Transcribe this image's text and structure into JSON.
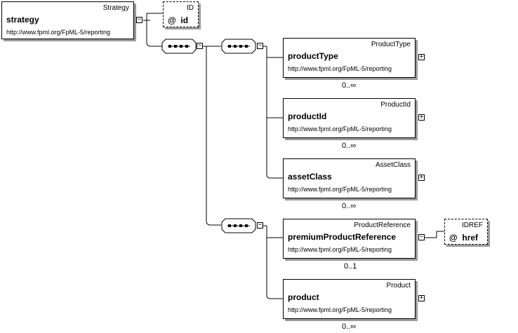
{
  "root": {
    "type": "Strategy",
    "name": "strategy",
    "namespace": "http://www.fpml.org/FpML-5/reporting",
    "collapse_glyph": "−"
  },
  "root_attribute": {
    "type": "ID",
    "prefix": "@",
    "name": "id"
  },
  "sequences": [
    {
      "icon": "sequence-compositor-icon",
      "collapse_glyph": "−"
    },
    {
      "icon": "sequence-compositor-icon",
      "collapse_glyph": "−"
    },
    {
      "icon": "sequence-compositor-icon",
      "collapse_glyph": "−"
    }
  ],
  "elements": [
    {
      "type": "ProductType",
      "name": "productType",
      "namespace": "http://www.fpml.org/FpML-5/reporting",
      "cardinality": "0..∞",
      "toggle_glyph": "+"
    },
    {
      "type": "ProductId",
      "name": "productId",
      "namespace": "http://www.fpml.org/FpML-5/reporting",
      "cardinality": "0..∞",
      "toggle_glyph": "+"
    },
    {
      "type": "AssetClass",
      "name": "assetClass",
      "namespace": "http://www.fpml.org/FpML-5/reporting",
      "cardinality": "0..∞",
      "toggle_glyph": "+"
    },
    {
      "type": "ProductReference",
      "name": "premiumProductReference",
      "namespace": "http://www.fpml.org/FpML-5/reporting",
      "cardinality": "0..1",
      "toggle_glyph": "−"
    },
    {
      "type": "Product",
      "name": "product",
      "namespace": "http://www.fpml.org/FpML-5/reporting",
      "cardinality": "0..∞",
      "toggle_glyph": "+"
    }
  ],
  "ref_attribute": {
    "type": "IDREF",
    "prefix": "@",
    "name": "href"
  },
  "colors": {
    "line": "#000000",
    "shadow": "#9a9a9a",
    "background": "#ffffff"
  }
}
